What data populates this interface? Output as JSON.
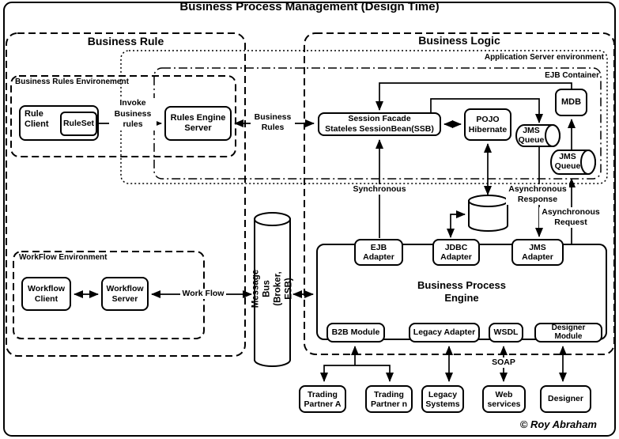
{
  "title": "Business Process Management (Design Time)",
  "copyright": "© Roy Abraham",
  "containers": {
    "business_rule": "Business Rule",
    "business_logic": "Business Logic",
    "app_server_env": "Application Server environment",
    "ejb_container": "EJB Container",
    "business_rules_env": "Business Rules Environement",
    "workflow_env": "WorkFlow Environment"
  },
  "nodes": {
    "rule_client": "Rule\nClient",
    "ruleset": "RuleSet",
    "rules_engine_server": "Rules Engine\nServer",
    "session_facade": "Session Facade\nStateles SessionBean(SSB)",
    "pojo_hibernate": "POJO\nHibernate",
    "mdb": "MDB",
    "jms_queue_top": "JMS\nQueue",
    "jms_queue_bottom": "JMS\nQueue",
    "message_bus": "Message Bus\n(Broker, ESB)",
    "workflow_client": "Workflow\nClient",
    "workflow_server": "Workflow\nServer",
    "business_process_engine": "Business Process\nEngine",
    "ejb_adapter": "EJB\nAdapter",
    "jdbc_adapter": "JDBC\nAdapter",
    "jms_adapter": "JMS\nAdapter",
    "b2b_module": "B2B Module",
    "legacy_adapter": "Legacy Adapter",
    "wsdl": "WSDL",
    "designer_module": "Designer\nModule",
    "trading_partner_a": "Trading\nPartner A",
    "trading_partner_n": "Trading\nPartner n",
    "legacy_systems": "Legacy\nSystems",
    "web_services": "Web\nservices",
    "designer": "Designer"
  },
  "edge_labels": {
    "invoke_business_rules": "Invoke\nBusiness\nrules",
    "business_rules": "Business\nRules",
    "synchronous": "Synchronous",
    "asynchronous_response": "Asynchronous\nResponse",
    "asynchronous_request": "Asynchronous\nRequest",
    "work_flow": "Work Flow",
    "soap": "SOAP"
  },
  "colors": {
    "line": "#000000",
    "background": "#ffffff"
  }
}
